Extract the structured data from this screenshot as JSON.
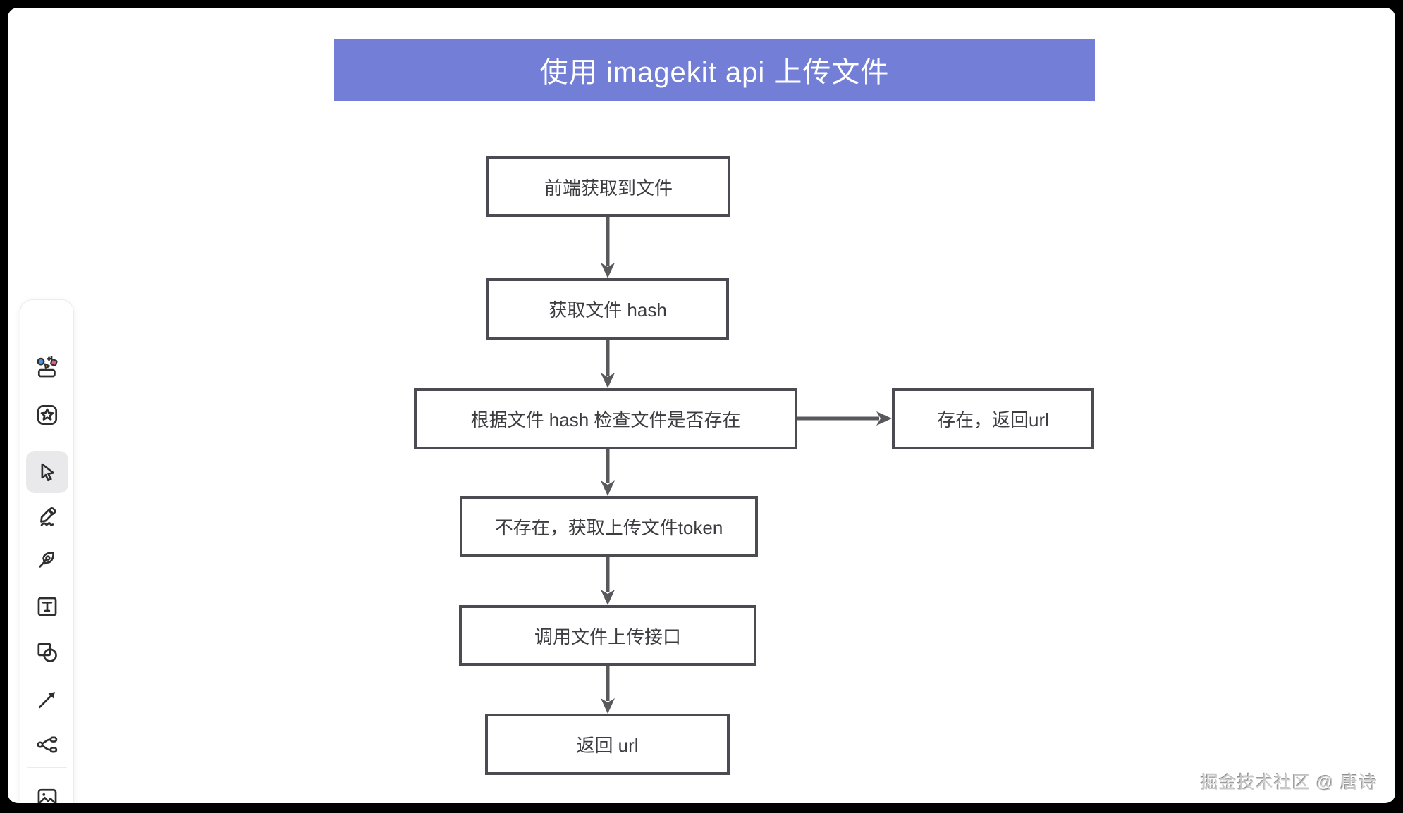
{
  "frame": {
    "background": "#000000",
    "canvas_background": "#ffffff"
  },
  "title_banner": {
    "label": "使用 imagekit api 上传文件",
    "bg_color": "#737ed6",
    "text_color": "#ffffff"
  },
  "flowchart": {
    "stroke_color": "#4b4b51",
    "arrow_color": "#58585d",
    "text_color": "#3c3c41",
    "nodes": [
      {
        "id": "n1",
        "label": "前端获取到文件"
      },
      {
        "id": "n2",
        "label": "获取文件 hash"
      },
      {
        "id": "n3",
        "label": "根据文件 hash 检查文件是否存在"
      },
      {
        "id": "n4",
        "label": "存在，返回url"
      },
      {
        "id": "n5",
        "label": "不存在，获取上传文件token"
      },
      {
        "id": "n6",
        "label": "调用文件上传接口"
      },
      {
        "id": "n7",
        "label": "返回 url"
      }
    ],
    "edges": [
      {
        "from": "n1",
        "to": "n2",
        "direction": "down"
      },
      {
        "from": "n2",
        "to": "n3",
        "direction": "down"
      },
      {
        "from": "n3",
        "to": "n4",
        "direction": "right"
      },
      {
        "from": "n3",
        "to": "n5",
        "direction": "down"
      },
      {
        "from": "n5",
        "to": "n6",
        "direction": "down"
      },
      {
        "from": "n6",
        "to": "n7",
        "direction": "down"
      }
    ]
  },
  "toolbar": {
    "active_tool": "select",
    "tools": [
      "magic-shapes-icon",
      "star-template-icon",
      "select-cursor-icon",
      "pencil-draw-icon",
      "pen-nib-icon",
      "text-icon",
      "shapes-icon",
      "arrow-icon",
      "connector-icon",
      "image-icon"
    ],
    "icon_colors": {
      "blue": "#4a8fd9",
      "yellow": "#f0c24b",
      "pink": "#d9608a",
      "stroke": "#2e2e2e"
    }
  },
  "watermark": {
    "label": "掘金技术社区 @ 唐诗"
  }
}
